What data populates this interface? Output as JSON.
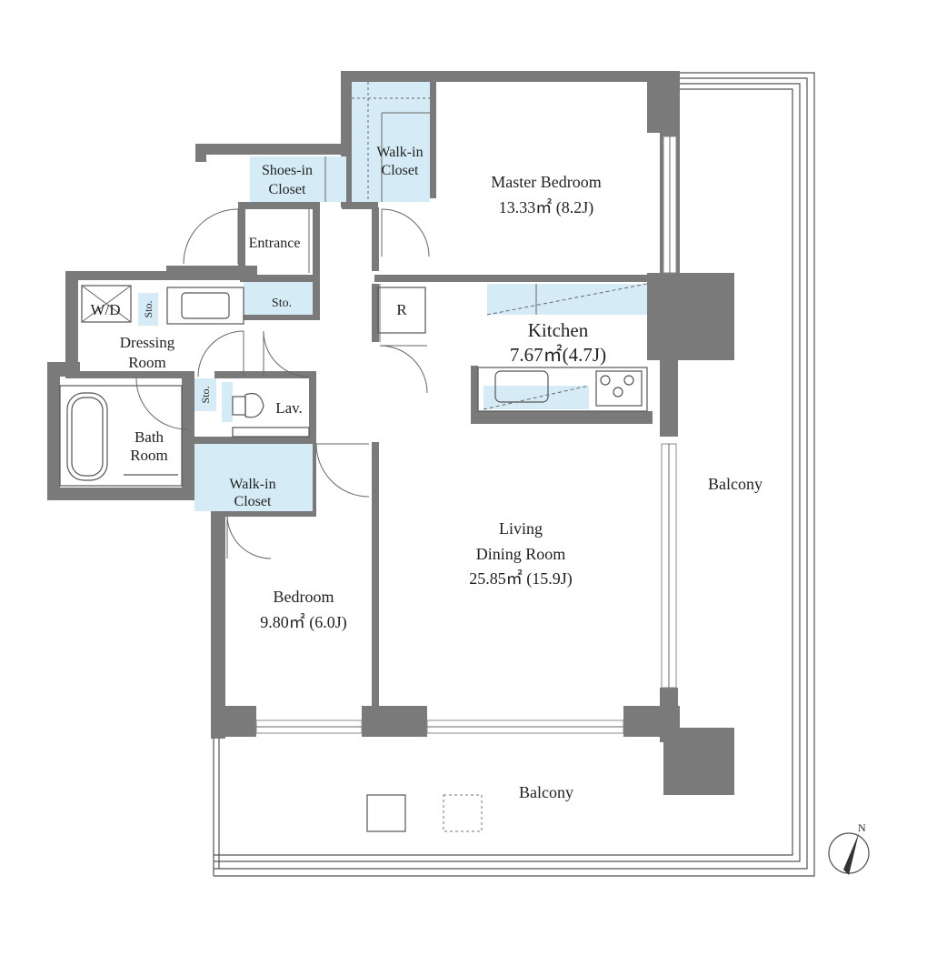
{
  "rooms": {
    "master_bedroom": {
      "name": "Master Bedroom",
      "area": "13.33㎡ (8.2J)"
    },
    "walkin_closet_master": {
      "line1": "Walk-in",
      "line2": "Closet"
    },
    "shoes_closet": {
      "line1": "Shoes-in",
      "line2": "Closet"
    },
    "entrance": {
      "name": "Entrance"
    },
    "sto_entrance": {
      "name": "Sto."
    },
    "wd": {
      "name": "W/D"
    },
    "sto_dressing": {
      "name": "Sto."
    },
    "dressing": {
      "line1": "Dressing",
      "line2": "Room"
    },
    "bath": {
      "line1": "Bath",
      "line2": "Room"
    },
    "sto_lav": {
      "name": "Sto."
    },
    "lav": {
      "name": "Lav."
    },
    "walkin_closet_bedroom": {
      "line1": "Walk-in",
      "line2": "Closet"
    },
    "bedroom": {
      "name": "Bedroom",
      "area": "9.80㎡ (6.0J)"
    },
    "refrigerator": {
      "name": "R"
    },
    "kitchen": {
      "name": "Kitchen",
      "area": "7.67㎡(4.7J)"
    },
    "living": {
      "line1": "Living",
      "line2": "Dining Room",
      "area": "25.85㎡ (15.9J)"
    },
    "balcony_east": {
      "name": "Balcony"
    },
    "balcony_south": {
      "name": "Balcony"
    }
  },
  "compass": {
    "label": "N"
  },
  "colors": {
    "wall": "#7a7a7a",
    "closet": "#d5ecf7",
    "line": "#555555"
  }
}
